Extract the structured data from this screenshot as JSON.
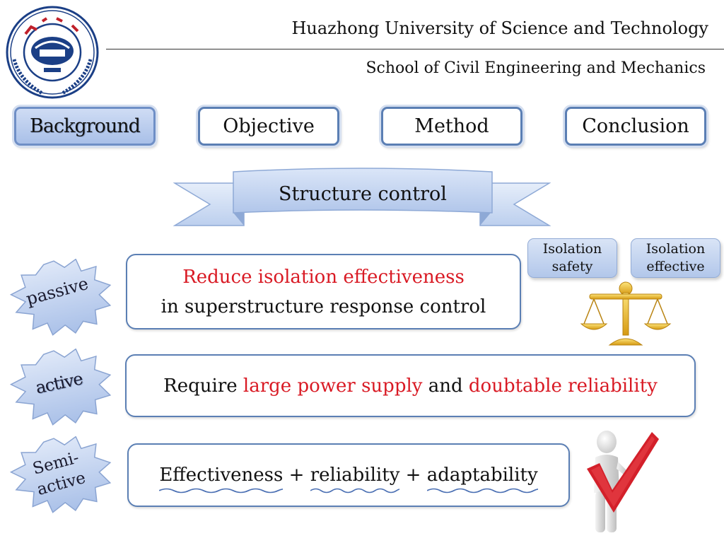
{
  "header": {
    "logo_icon": "university-seal-icon",
    "university": "Huazhong University of Science and Technology",
    "school": "School of Civil Engineering and Mechanics"
  },
  "nav": {
    "tabs": [
      {
        "label": "Background",
        "active": true
      },
      {
        "label": "Objective",
        "active": false
      },
      {
        "label": "Method",
        "active": false
      },
      {
        "label": "Conclusion",
        "active": false
      }
    ]
  },
  "ribbon": {
    "label": "Structure control"
  },
  "tags": [
    {
      "line1": "Isolation",
      "line2": "safety"
    },
    {
      "line1": "Isolation",
      "line2": "effective"
    }
  ],
  "rows": {
    "passive": {
      "badge_line1": "passive",
      "highlight": "Reduce isolation effectiveness",
      "rest": "in superstructure response control"
    },
    "active": {
      "badge_line1": "active",
      "part1": "Require ",
      "red1": "large power supply",
      "part2": " and ",
      "red2": "doubtable reliability"
    },
    "semi": {
      "badge_line1": "Semi-",
      "badge_line2": "active",
      "term1": "Effectiveness",
      "plus1": " + ",
      "term2": "reliability",
      "plus2": " + ",
      "term3": "adaptability"
    }
  },
  "icons": {
    "scale": "balance-scale-icon",
    "figure": "person-checkmark-icon"
  },
  "colors": {
    "accent_border": "#5b7fb4",
    "tab_fill": "#b8cbed",
    "highlight_red": "#d91a24",
    "scale_gold": "#e8b824",
    "check_red": "#d3202a"
  }
}
